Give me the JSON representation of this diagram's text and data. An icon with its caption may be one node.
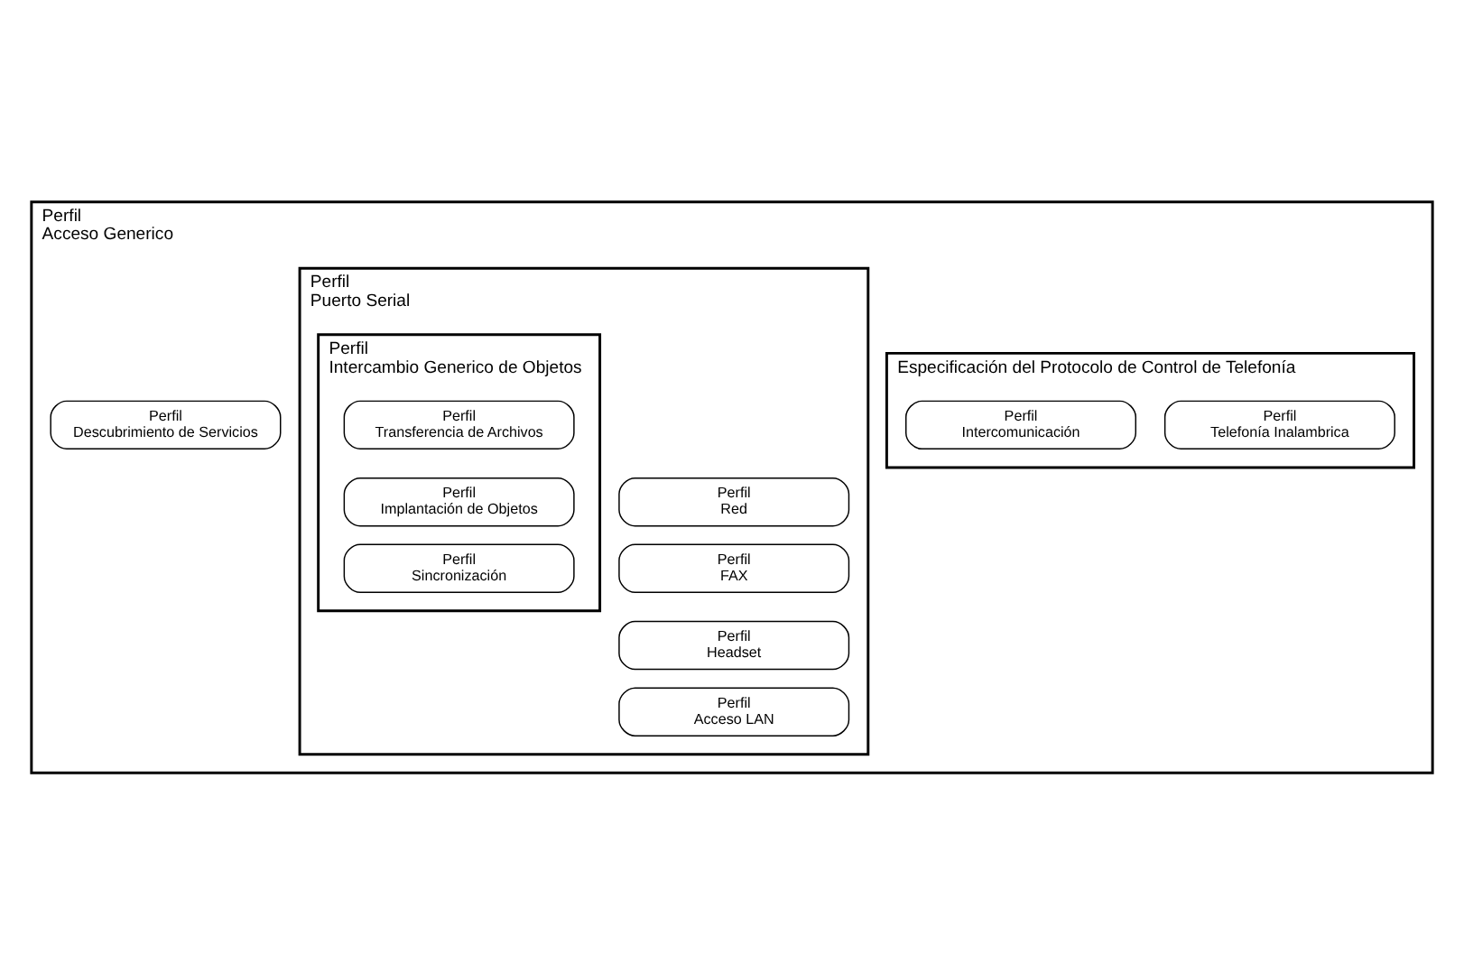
{
  "diagram": {
    "nodes": [
      {
        "text": [
          "Perfil Acceso Generico"
        ]
      },
      {
        "text": [
          "Perfil Descubrimiento de Servicios"
        ],
        "in": 0
      },
      {
        "text": [
          "Especificación del Protocolo de Control de Telefonía"
        ],
        "in": 0
      },
      {
        "text": [
          "Perfil Telefonía Inalambrica"
        ],
        "in": 2
      },
      {
        "text": [
          "Perfil Intercomunicación"
        ],
        "in": 2
      },
      {
        "text": [
          "Perfil Puerto Serial"
        ],
        "in": 0
      },
      {
        "text": [
          "Perfil Red"
        ],
        "in": 5
      },
      {
        "text": [
          "Perfil FAX"
        ],
        "in": 5
      },
      {
        "text": [
          "Perfil Headset"
        ],
        "in": 5
      },
      {
        "text": [
          "Perfil Acceso LAN"
        ],
        "in": 5
      },
      {
        "text": [
          "Perfil Intercambio Generico de Objetos"
        ],
        "in": 5
      },
      {
        "text": [
          "Perfil Transferencia de Archivos"
        ],
        "in": 10
      },
      {
        "text": [
          "Perfil Implantación de Objetos"
        ],
        "in": 10
      },
      {
        "text": [
          "Perfil Sincronización"
        ],
        "in": 10
      }
    ]
  }
}
